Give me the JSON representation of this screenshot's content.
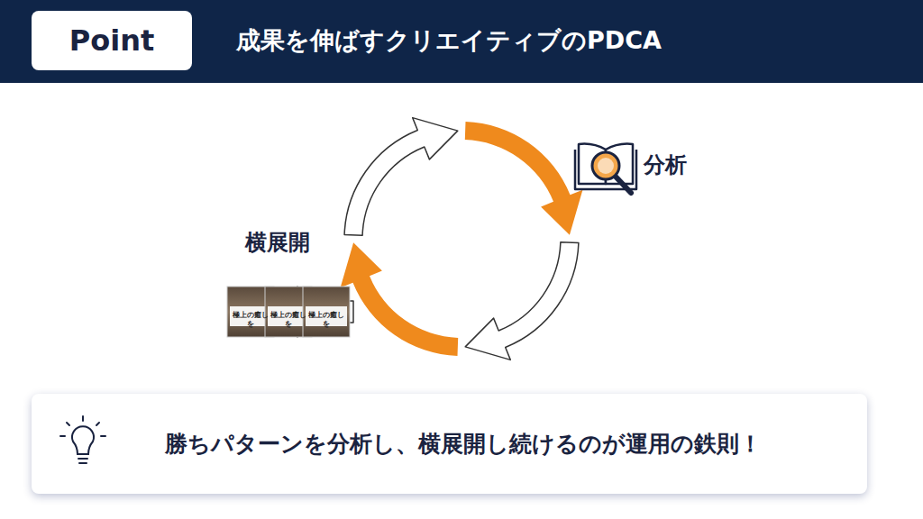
{
  "diagram": {
    "title": "成果を伸ばすクリエイティブのPDCA",
    "nodes": [
      {
        "text": [
          "Point"
        ]
      },
      {
        "text": [
          "勝ちパターンを分析し、横展開し続けるのが運用の鉄則！"
        ]
      }
    ],
    "labels": [
      "分析",
      "横展開",
      "極上の癒しを",
      "極上の癒しを",
      "極上の癒しを"
    ]
  }
}
